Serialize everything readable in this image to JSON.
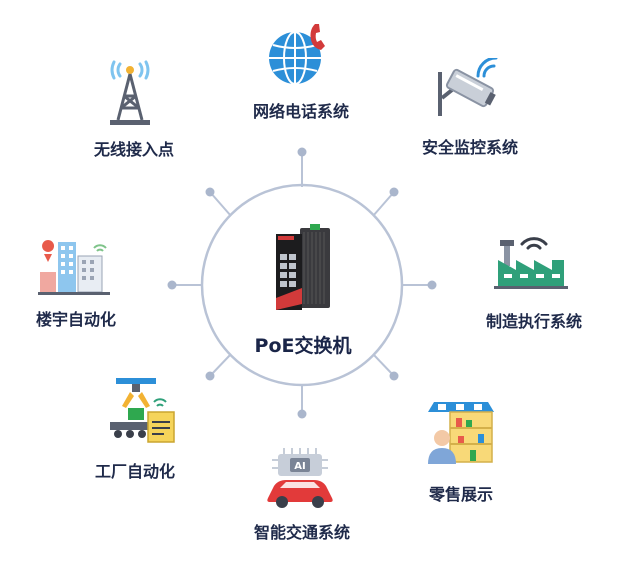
{
  "center": {
    "label": "PoE交换机",
    "device_icon": "industrial-poe-switch-icon"
  },
  "nodes": [
    {
      "id": "wireless",
      "label": "无线接入点",
      "icon": "wireless-tower-icon"
    },
    {
      "id": "network-phone",
      "label": "网络电话系统",
      "icon": "globe-phone-icon"
    },
    {
      "id": "security",
      "label": "安全监控系统",
      "icon": "security-camera-icon"
    },
    {
      "id": "building",
      "label": "楼宇自动化",
      "icon": "building-icon"
    },
    {
      "id": "mes",
      "label": "制造执行系统",
      "icon": "factory-icon"
    },
    {
      "id": "factory",
      "label": "工厂自动化",
      "icon": "robot-arm-icon"
    },
    {
      "id": "traffic",
      "label": "智能交通系统",
      "icon": "ai-car-icon"
    },
    {
      "id": "retail",
      "label": "零售展示",
      "icon": "store-shelf-icon"
    }
  ],
  "colors": {
    "ring": "#b9c3d6",
    "connector_dot": "#aab6cc",
    "text": "#1f2a4a",
    "device_body": "#1c1c1e",
    "device_accent": "#d23a3a",
    "device_terminal": "#2fa84f",
    "icon_blue": "#2c8fd8",
    "icon_gray": "#5a6170"
  }
}
